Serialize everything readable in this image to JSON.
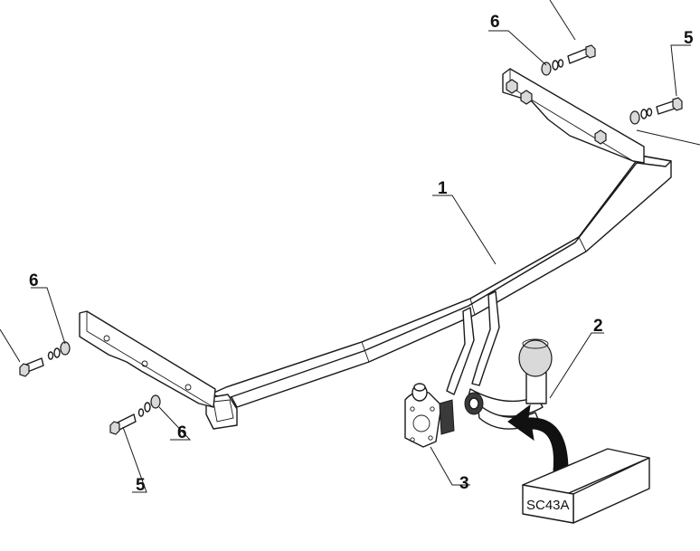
{
  "callouts": {
    "frame": "1",
    "towball": "2",
    "socket_plate": "3",
    "bolt_left": "5",
    "bolt_right": "5",
    "washer_left_top": "6",
    "washer_left_bottom": "6",
    "washer_right": "6"
  },
  "electrical_kit": {
    "code": "SC43A"
  }
}
